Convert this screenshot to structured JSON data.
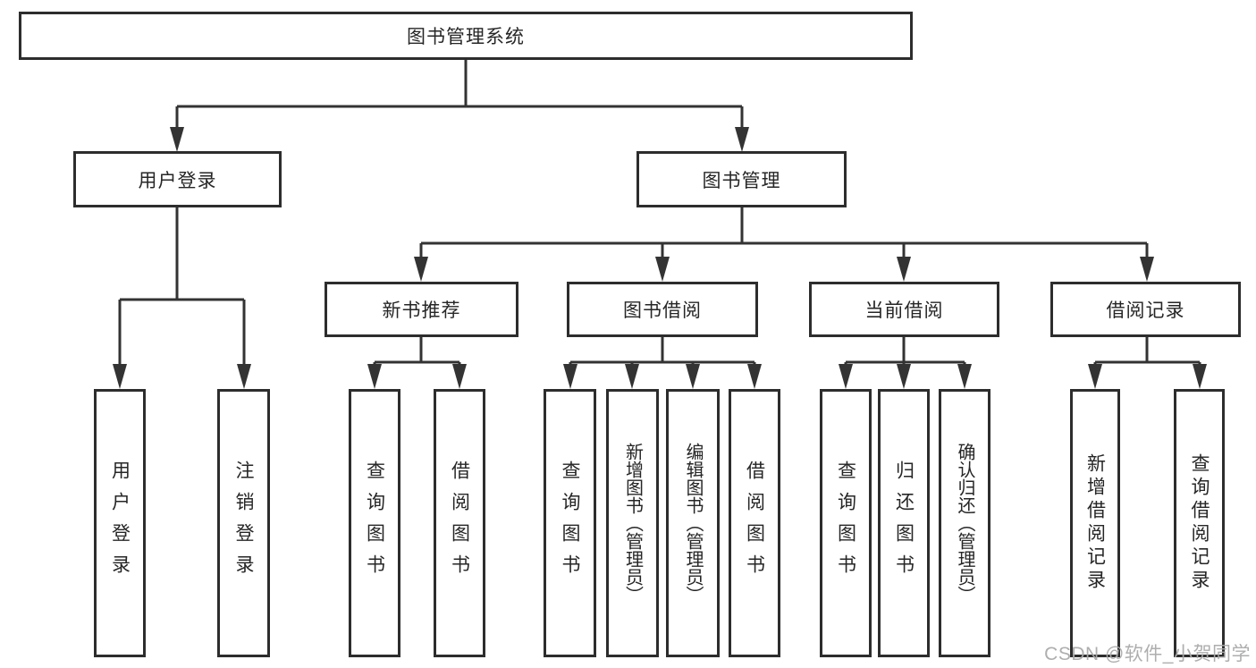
{
  "diagram": {
    "root": {
      "label": "图书管理系统"
    },
    "level2": {
      "user_login": {
        "label": "用户登录"
      },
      "book_management": {
        "label": "图书管理"
      }
    },
    "level3": {
      "new_book_recommendation": {
        "label": "新书推荐"
      },
      "book_borrowing": {
        "label": "图书借阅"
      },
      "current_borrowing": {
        "label": "当前借阅"
      },
      "borrowing_records": {
        "label": "借阅记录"
      }
    },
    "leaves": {
      "user_login": [
        "用户登录",
        "注销登录"
      ],
      "new_book_recommendation": [
        "查询图书",
        "借阅图书"
      ],
      "book_borrowing": [
        "查询图书",
        "新增图书（管理员）",
        "编辑图书（管理员）",
        "借阅图书"
      ],
      "current_borrowing": [
        "查询图书",
        "归还图书",
        "确认归还（管理员）"
      ],
      "borrowing_records": [
        "新增借阅记录",
        "查询借阅记录"
      ]
    }
  },
  "watermark": {
    "text": "CSDN @软件_小贺同学"
  },
  "colors": {
    "line": "#333333",
    "box_border": "#2d2d2d",
    "text": "#262626",
    "watermark": "#aaaaaa",
    "background": "#ffffff"
  }
}
